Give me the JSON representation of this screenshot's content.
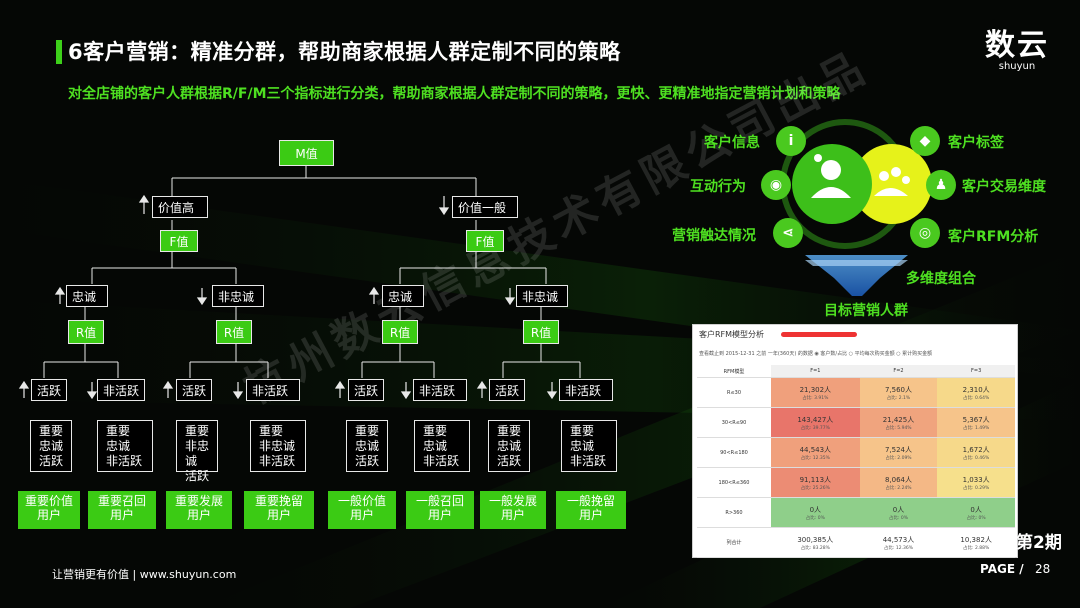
{
  "header": {
    "title": "6客户营销：精准分群，帮助商家根据人群定制不同的策略",
    "subtitle": "对全店铺的客户人群根据R/F/M三个指标进行分类，帮助商家根据人群定制不同的策略，更快、更精准地指定营销计划和策略"
  },
  "logo": {
    "cn": "数云",
    "en": "shuyun"
  },
  "watermark": "杭州数云信息技术有限公司出品",
  "tree": {
    "root": "M值",
    "m_high": "价值高",
    "m_normal": "价值一般",
    "f_label": "F值",
    "loyal": "忠诚",
    "not_loyal": "非忠诚",
    "r_label": "R值",
    "active": "活跃",
    "inactive": "非活跃",
    "leaves": [
      [
        "重要",
        "忠诚",
        "活跃"
      ],
      [
        "重要",
        "忠诚",
        "非活跃"
      ],
      [
        "重要",
        "非忠诚",
        "活跃"
      ],
      [
        "重要",
        "非忠诚",
        "非活跃"
      ],
      [
        "重要",
        "忠诚",
        "活跃"
      ],
      [
        "重要",
        "忠诚",
        "非活跃"
      ],
      [
        "重要",
        "忠诚",
        "活跃"
      ],
      [
        "重要",
        "忠诚",
        "非活跃"
      ]
    ],
    "users": [
      [
        "重要价值",
        "用户"
      ],
      [
        "重要召回",
        "用户"
      ],
      [
        "重要发展",
        "用户"
      ],
      [
        "重要挽留",
        "用户"
      ],
      [
        "一般价值",
        "用户"
      ],
      [
        "一般召回",
        "用户"
      ],
      [
        "一般发展",
        "用户"
      ],
      [
        "一般挽留",
        "用户"
      ]
    ]
  },
  "dimensions": {
    "customer_info": "客户信息",
    "interaction": "互动行为",
    "marketing_reach": "营销触达情况",
    "customer_tag": "客户标签",
    "trade_dim": "客户交易维度",
    "rfm": "客户RFM分析",
    "combine": "多维度组合",
    "target": "目标营销人群"
  },
  "icons": {
    "customer_info": "info-icon",
    "interaction": "eye-icon",
    "marketing_reach": "share-icon",
    "customer_tag": "tag-icon",
    "trade_dim": "people-icon",
    "rfm": "chart-icon"
  },
  "rfm_panel": {
    "title": "客户RFM模型分析",
    "filters": "查看截止到 2015-12-31 之前 一年(360天) 的数据   ◉ 客户数/占比   ○ 平均每次购买金额   ○ 累计购买金额",
    "header": [
      "RFM模型",
      "F=1",
      "F=2",
      "F=3"
    ],
    "rows": [
      {
        "label": "R≤30",
        "cells": [
          [
            "21,302人",
            "占比: 3.91%"
          ],
          [
            "7,560人",
            "占比: 2.1%"
          ],
          [
            "2,310人",
            "占比: 0.64%"
          ]
        ]
      },
      {
        "label": "30<R≤90",
        "cells": [
          [
            "143,427人",
            "占比: 39.77%"
          ],
          [
            "21,425人",
            "占比: 5.94%"
          ],
          [
            "5,367人",
            "占比: 1.49%"
          ]
        ]
      },
      {
        "label": "90<R≤180",
        "cells": [
          [
            "44,543人",
            "占比: 12.35%"
          ],
          [
            "7,524人",
            "占比: 2.09%"
          ],
          [
            "1,672人",
            "占比: 0.46%"
          ]
        ]
      },
      {
        "label": "180<R≤360",
        "cells": [
          [
            "91,113人",
            "占比: 25.26%"
          ],
          [
            "8,064人",
            "占比: 2.24%"
          ],
          [
            "1,033人",
            "占比: 0.29%"
          ]
        ]
      },
      {
        "label": "R>360",
        "cells": [
          [
            "0人",
            "占比: 0%"
          ],
          [
            "0人",
            "占比: 0%"
          ],
          [
            "0人",
            "占比: 0%"
          ]
        ]
      },
      {
        "label": "列合计",
        "cells": [
          [
            "300,385人",
            "占比: 83.28%"
          ],
          [
            "44,573人",
            "占比: 12.36%"
          ],
          [
            "10,382人",
            "占比: 2.88%"
          ]
        ]
      }
    ],
    "colors": [
      [
        "#f0a07c",
        "#f6c48a",
        "#f6d98a"
      ],
      [
        "#e8756a",
        "#f0a47e",
        "#f6c48a"
      ],
      [
        "#f0a07c",
        "#f6c48a",
        "#f6d98a"
      ],
      [
        "#ec8c74",
        "#f4b886",
        "#f6e08c"
      ],
      [
        "#8fcf8a",
        "#8fcf8a",
        "#8fcf8a"
      ],
      [
        "#ffffff",
        "#ffffff",
        "#ffffff"
      ]
    ]
  },
  "issue": "第2期",
  "footer": {
    "slogan": "让营销更有价值  |  www.shuyun.com",
    "page_label": "PAGE /",
    "page_number": "28"
  }
}
